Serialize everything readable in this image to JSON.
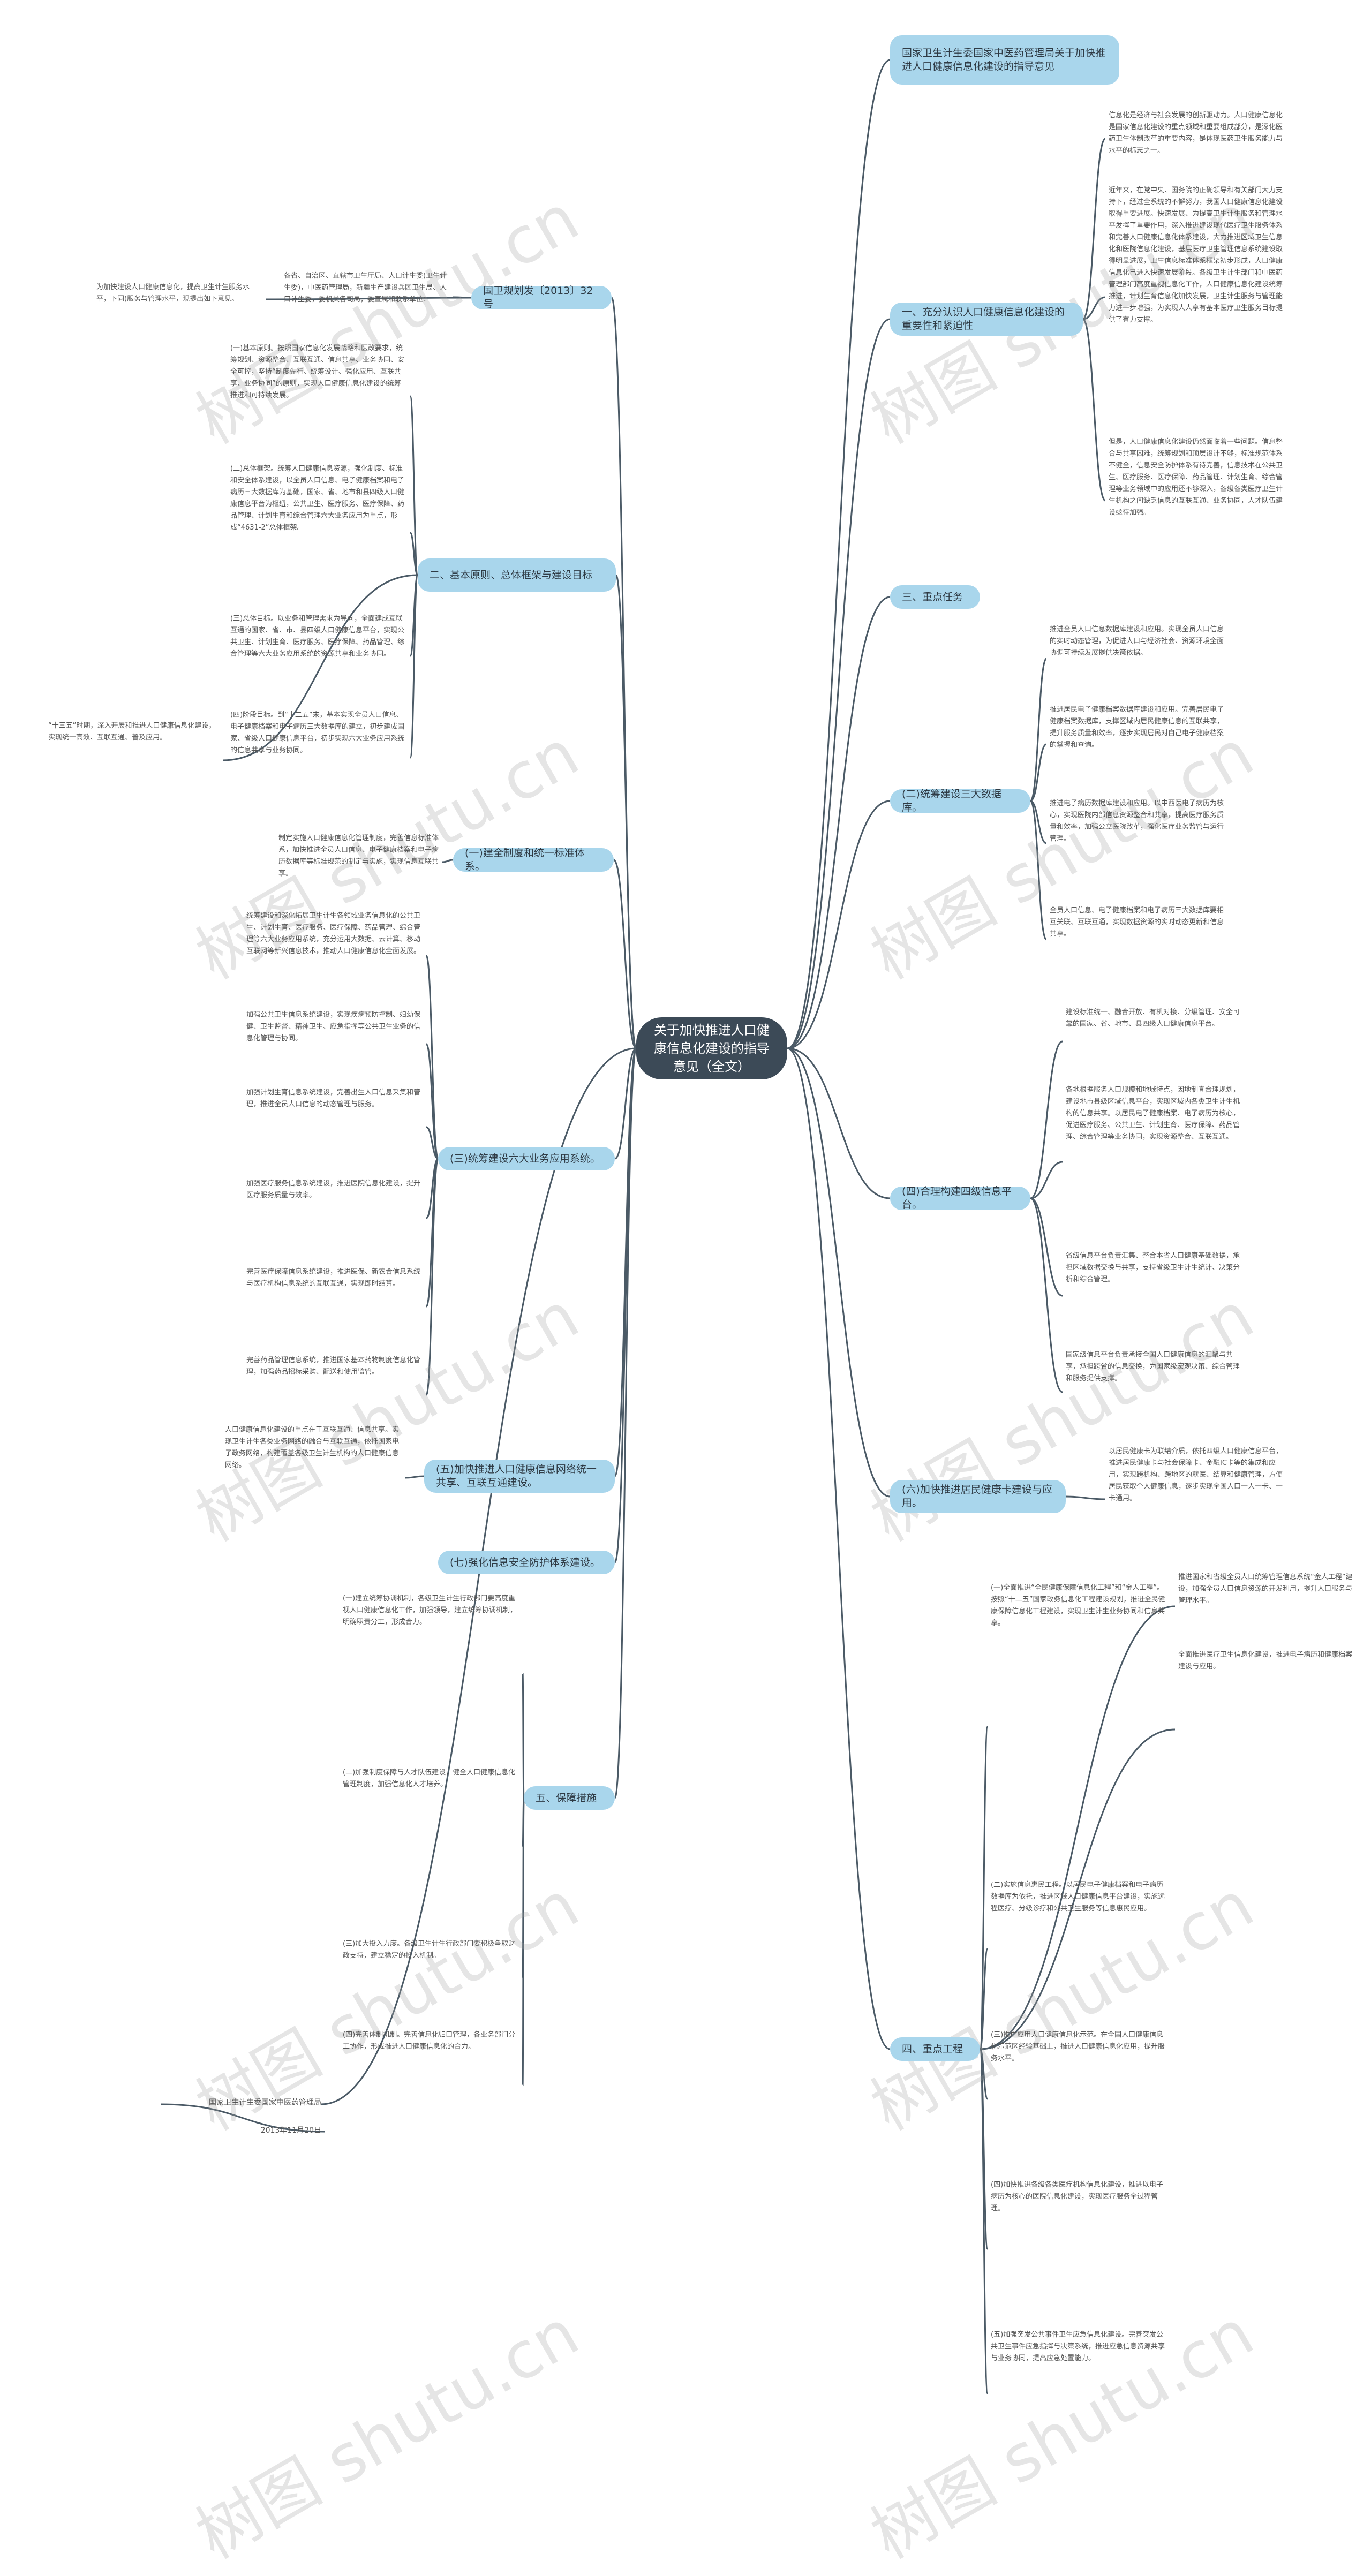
{
  "center": "关于加快推进人口健康信息化建设的指导意见（全文）",
  "watermark": "树图 shutu.cn",
  "right": [
    {
      "title": "国家卫生计生委国家中医药管理局关于加快推进人口健康信息化建设的指导意见"
    },
    {
      "title": "一、充分认识人口健康信息化建设的重要性和紧迫性",
      "texts": [
        "信息化是经济与社会发展的创新驱动力。人口健康信息化是国家信息化建设的重点领域和重要组成部分，是深化医药卫生体制改革的重要内容，是体现医药卫生服务能力与水平的标志之一。",
        "近年来，在党中央、国务院的正确领导和有关部门大力支持下，经过全系统的不懈努力，我国人口健康信息化建设取得重要进展。快速发展、为提高卫生计生服务和管理水平发挥了重要作用，深入推进建设现代医疗卫生服务体系和完善人口健康信息化体系建设，大力推进区域卫生信息化和医院信息化建设，基层医疗卫生管理信息系统建设取得明显进展，卫生信息标准体系框架初步形成，人口健康信息化已进入快速发展阶段。各级卫生计生部门和中医药管理部门高度重视信息化工作，人口健康信息化建设统筹推进，计划生育信息化加快发展，卫生计生服务与管理能力进一步增强，为实现人人享有基本医疗卫生服务目标提供了有力支撑。",
        "但是，人口健康信息化建设仍然面临着一些问题。信息整合与共享困难，统筹规划和顶层设计不够，标准规范体系不健全，信息安全防护体系有待完善，信息技术在公共卫生、医疗服务、医疗保障、药品管理、计划生育、综合管理等业务领域中的应用还不够深入，各级各类医疗卫生计生机构之间缺乏信息的互联互通、业务协同，人才队伍建设亟待加强。"
      ]
    },
    {
      "title": "三、重点任务"
    },
    {
      "title": "(二)统筹建设三大数据库。",
      "texts": [
        "推进全员人口信息数据库建设和应用。实现全员人口信息的实时动态管理，为促进人口与经济社会、资源环境全面协调可持续发展提供决策依据。",
        "推进居民电子健康档案数据库建设和应用。完善居民电子健康档案数据库，支撑区域内居民健康信息的互联共享，提升服务质量和效率，逐步实现居民对自己电子健康档案的掌握和查询。",
        "推进电子病历数据库建设和应用。以中西医电子病历为核心，实现医院内部信息资源整合和共享，提高医疗服务质量和效率，加强公立医院改革，强化医疗业务监管与运行管理。",
        "全员人口信息、电子健康档案和电子病历三大数据库要相互关联、互联互通，实现数据资源的实时动态更新和信息共享。"
      ]
    },
    {
      "title": "(四)合理构建四级信息平台。",
      "texts": [
        "建设标准统一、融合开放、有机对接、分级管理、安全可靠的国家、省、地市、县四级人口健康信息平台。",
        "各地根据服务人口规模和地域特点，因地制宜合理规划，建设地市县级区域信息平台，实现区域内各类卫生计生机构的信息共享。以居民电子健康档案、电子病历为核心，促进医疗服务、公共卫生、计划生育、医疗保障、药品管理、综合管理等业务协同，实现资源整合、互联互通。",
        "省级信息平台负责汇集、整合本省人口健康基础数据，承担区域数据交换与共享，支持省级卫生计生统计、决策分析和综合管理。",
        "国家级信息平台负责承接全国人口健康信息的汇聚与共享，承担跨省的信息交换，为国家级宏观决策、综合管理和服务提供支撑。"
      ]
    },
    {
      "title": "(六)加快推进居民健康卡建设与应用。",
      "texts": [
        "以居民健康卡为联结介质，依托四级人口健康信息平台，推进居民健康卡与社会保障卡、金融IC卡等的集成和应用，实现跨机构、跨地区的就医、结算和健康管理，方便居民获取个人健康信息，逐步实现全国人口一人一卡、一卡通用。"
      ]
    },
    {
      "title": "四、重点工程",
      "texts": [
        "推进国家和省级全员人口统筹管理信息系统“金人工程”建设，加强全员人口信息资源的开发利用，提升人口服务与管理水平。",
        "全面推进医疗卫生信息化建设，推进电子病历和健康档案建设与应用。",
        "(一)全面推进“全民健康保障信息化工程”和“金人工程”。按照“十二五”国家政务信息化工程建设规划，推进全民健康保障信息化工程建设，实现卫生计生业务协同和信息共享。",
        "(二)实施信息惠民工程。以居民电子健康档案和电子病历数据库为依托，推进区域人口健康信息平台建设，实施远程医疗、分级诊疗和公共卫生服务等信息惠民应用。",
        "(三)推广应用人口健康信息化示范。在全国人口健康信息化示范区经验基础上，推进人口健康信息化应用，提升服务水平。",
        "(四)加快推进各级各类医疗机构信息化建设，推进以电子病历为核心的医院信息化建设，实现医疗服务全过程管理。",
        "(五)加强突发公共事件卫生应急信息化建设。完善突发公共卫生事件应急指挥与决策系统，推进应急信息资源共享与业务协同，提高应急处置能力。"
      ]
    }
  ],
  "left": [
    {
      "title": "国卫规划发〔2013〕32号",
      "texts": [
        "为加快建设人口健康信息化，提高卫生计生服务水平，下同)服务与管理水平，现提出如下意见。",
        "各省、自治区、直辖市卫生厅局、人口计生委(卫生计生委)，中医药管理局，新疆生产建设兵团卫生局、人口计生委，委机关各司局，委直属和联系单位："
      ]
    },
    {
      "title": "二、基本原则、总体框架与建设目标",
      "texts": [
        "(一)基本原则。按照国家信息化发展战略和医改要求，统筹规划、资源整合、互联互通、信息共享、业务协同、安全可控，坚持“制度先行、统筹设计、强化应用、互联共享、业务协同”的原则，实现人口健康信息化建设的统筹推进和可持续发展。",
        "(二)总体框架。统筹人口健康信息资源，强化制度、标准和安全体系建设，以全员人口信息、电子健康档案和电子病历三大数据库为基础，国家、省、地市和县四级人口健康信息平台为枢纽，公共卫生、医疗服务、医疗保障、药品管理、计划生育和综合管理六大业务应用为重点，形成“4631-2”总体框架。",
        "(三)总体目标。以业务和管理需求为导向，全面建成互联互通的国家、省、市、县四级人口健康信息平台，实现公共卫生、计划生育、医疗服务、医疗保障、药品管理、综合管理等六大业务应用系统的资源共享和业务协同。",
        "(四)阶段目标。到“十二五”末，基本实现全员人口信息、电子健康档案和电子病历三大数据库的建立，初步建成国家、省级人口健康信息平台，初步实现六大业务应用系统的信息共享与业务协同。",
        "“十三五”时期，深入开展和推进人口健康信息化建设，实现统一高效、互联互通、普及应用。"
      ]
    },
    {
      "title": "(一)建全制度和统一标准体系。",
      "texts": [
        "制定实施人口健康信息化管理制度，完善信息标准体系，加快推进全员人口信息、电子健康档案和电子病历数据库等标准规范的制定与实施，实现信息互联共享。"
      ]
    },
    {
      "title": "(三)统筹建设六大业务应用系统。",
      "texts": [
        "统筹建设和深化拓展卫生计生各领域业务信息化的公共卫生、计划生育、医疗服务、医疗保障、药品管理、综合管理等六大业务应用系统，充分运用大数据、云计算、移动互联网等新兴信息技术，推动人口健康信息化全面发展。",
        "加强公共卫生信息系统建设，实现疾病预防控制、妇幼保健、卫生监督、精神卫生、应急指挥等公共卫生业务的信息化管理与协同。",
        "加强计划生育信息系统建设，完善出生人口信息采集和管理，推进全员人口信息的动态管理与服务。",
        "加强医疗服务信息系统建设，推进医院信息化建设，提升医疗服务质量与效率。",
        "完善医疗保障信息系统建设，推进医保、新农合信息系统与医疗机构信息系统的互联互通，实现即时结算。",
        "完善药品管理信息系统，推进国家基本药物制度信息化管理，加强药品招标采购、配送和使用监管。"
      ]
    },
    {
      "title": "(五)加快推进人口健康信息网络统一共享、互联互通建设。",
      "texts": [
        "人口健康信息化建设的重点在于互联互通、信息共享。实现卫生计生各类业务网络的融合与互联互通，依托国家电子政务网络，构建覆盖各级卫生计生机构的人口健康信息网络。"
      ]
    },
    {
      "title": "(七)强化信息安全防护体系建设。"
    },
    {
      "title": "五、保障措施",
      "texts": [
        "(一)建立统筹协调机制，各级卫生计生行政部门要高度重视人口健康信息化工作，加强领导，建立统筹协调机制，明确职责分工，形成合力。",
        "(二)加强制度保障与人才队伍建设，健全人口健康信息化管理制度，加强信息化人才培养。",
        "(三)加大投入力度。各级卫生计生行政部门要积极争取财政支持，建立稳定的投入机制。",
        "(四)完善体制机制。完善信息化归口管理，各业务部门分工协作，形成推进人口健康信息化的合力。"
      ]
    },
    {
      "title": "国家卫生计生委国家中医药管理局",
      "texts": [
        "2013年11月20日"
      ]
    }
  ]
}
